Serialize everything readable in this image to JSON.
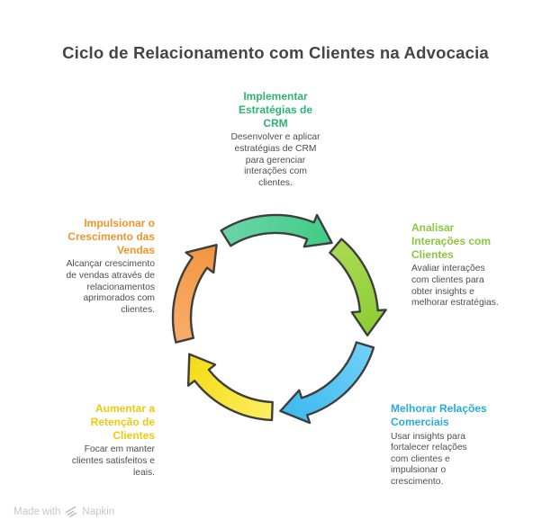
{
  "title": "Ciclo de Relacionamento com Clientes na Advocacia",
  "steps": [
    {
      "id": "implementar-estrategias-crm",
      "color": "#2bb673",
      "heading": [
        "Implementar",
        "Estratégias de",
        "CRM"
      ],
      "body": [
        "Desenvolver e aplicar",
        "estratégias de CRM",
        "para gerenciar",
        "interações com",
        "clientes."
      ]
    },
    {
      "id": "analisar-interacoes-clientes",
      "color": "#8dc63f",
      "heading": [
        "Analisar",
        "Interações com",
        "Clientes"
      ],
      "body": [
        "Avaliar interações",
        "com clientes para",
        "obter insights e",
        "melhorar estratégias."
      ]
    },
    {
      "id": "melhorar-relacoes-comerciais",
      "color": "#29abe2",
      "heading": [
        "Melhorar Relações",
        "Comerciais"
      ],
      "body": [
        "Usar insights para",
        "fortalecer relações",
        "com clientes e",
        "impulsionar o",
        "crescimento."
      ]
    },
    {
      "id": "aumentar-retencao-clientes",
      "color": "#ecca10",
      "heading": [
        "Aumentar a",
        "Retenção de",
        "Clientes"
      ],
      "body": [
        "Focar em manter",
        "clientes satisfeitos e",
        "leais."
      ]
    },
    {
      "id": "impulsionar-crescimento-vendas",
      "color": "#f1932d",
      "heading": [
        "Impulsionar o",
        "Crescimento das",
        "Vendas"
      ],
      "body": [
        "Alcançar crescimento",
        "de vendas através de",
        "relacionamentos",
        "aprimorados com",
        "clientes."
      ]
    }
  ],
  "cycle": {
    "direction": "clockwise",
    "outline_color": "#3e3e3e",
    "arrows": [
      {
        "name": "arrow-implementar-crm",
        "from_deg": 122,
        "to_deg": 68,
        "head_deg": 15,
        "color_start": "#6ad4a7",
        "color_end": "#3ecd84"
      },
      {
        "name": "arrow-analisar-interacoes",
        "from_deg": 50,
        "to_deg": 4,
        "head_deg": 15,
        "color_start": "#a9da52",
        "color_end": "#8ccd32"
      },
      {
        "name": "arrow-melhorar-relacoes",
        "from_deg": -17,
        "to_deg": -72,
        "head_deg": 15,
        "color_start": "#6fd0f5",
        "color_end": "#3cbaee"
      },
      {
        "name": "arrow-aumentar-retencao",
        "from_deg": -92,
        "to_deg": -142,
        "head_deg": 15,
        "color_start": "#fbee60",
        "color_end": "#f6da12"
      },
      {
        "name": "arrow-impulsionar-crescimento",
        "from_deg": -166,
        "to_deg": -216,
        "head_deg": 15,
        "color_start": "#f9ad69",
        "color_end": "#f29440"
      }
    ]
  },
  "watermark": {
    "prefix": "Made with",
    "brand": "Napkin"
  }
}
